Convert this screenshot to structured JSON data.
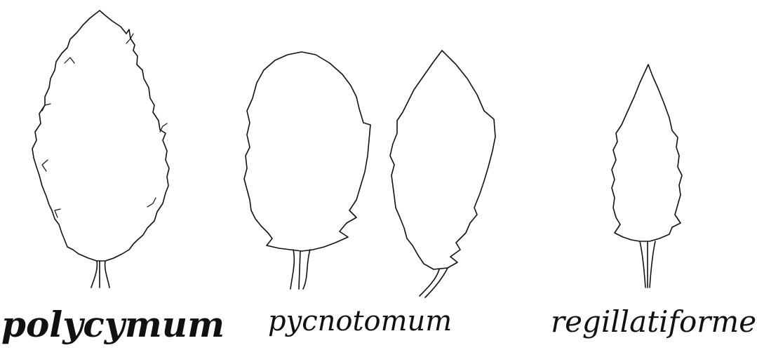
{
  "figure": {
    "species": [
      {
        "id": "polycymum",
        "label": "polycymum",
        "leaf_count": 1
      },
      {
        "id": "pycnotomum",
        "label": "pycnotomum",
        "leaf_count": 2
      },
      {
        "id": "regillatiforme",
        "label": "regillatiforme",
        "leaf_count": 1
      }
    ],
    "colors": {
      "ink": "#111111",
      "background": "#ffffff"
    }
  }
}
